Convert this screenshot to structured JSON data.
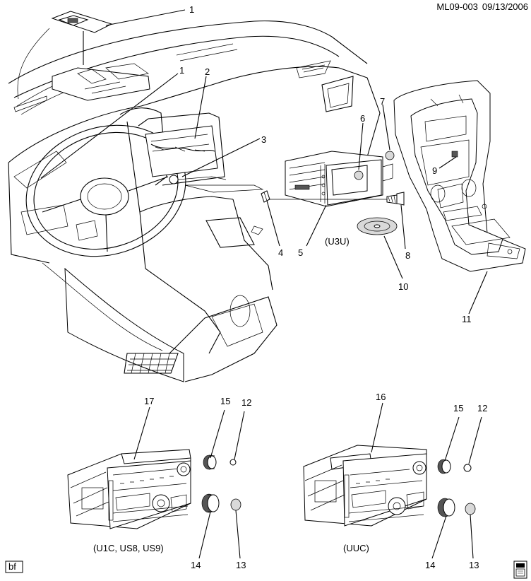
{
  "header": {
    "code": "ML09-003",
    "date": "09/13/2006"
  },
  "footer": {
    "badge": "bf"
  },
  "captions": {
    "u3u": "(U3U)",
    "base_radio": "(U1C, US8, US9)",
    "uuc": "(UUC)"
  },
  "callouts": [
    "1",
    "1",
    "2",
    "3",
    "4",
    "5",
    "6",
    "7",
    "8",
    "9",
    "10",
    "11",
    "12",
    "13",
    "14",
    "15",
    "16",
    "17",
    "12",
    "13",
    "14",
    "15"
  ]
}
